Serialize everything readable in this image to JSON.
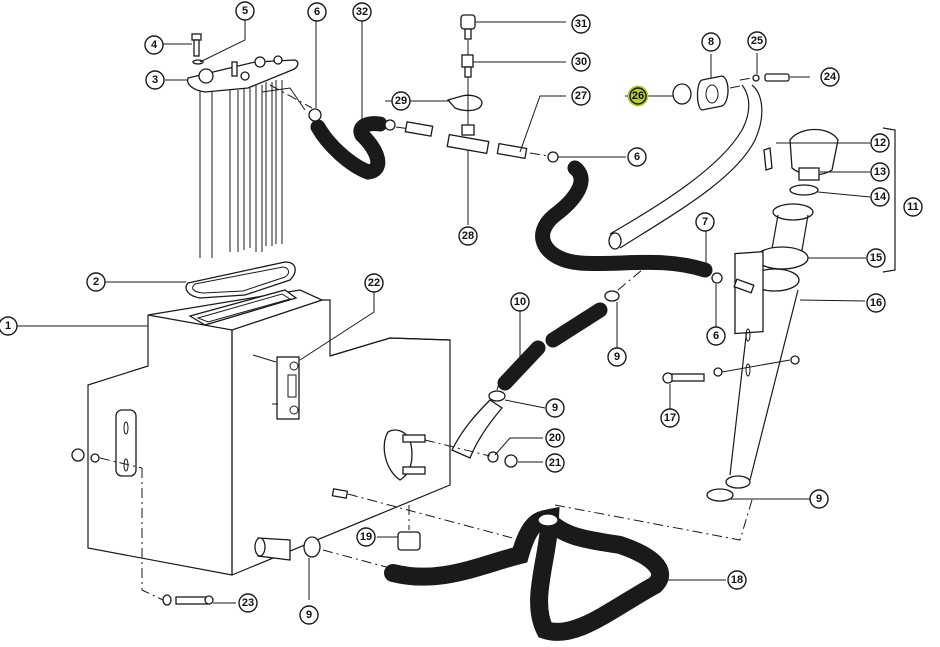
{
  "diagram": {
    "title": "Fuel/Hydraulic tank exploded parts diagram",
    "highlight_color": "#b5cc3a",
    "highlighted_part": "26",
    "callouts": [
      {
        "id": "c1",
        "label": "1"
      },
      {
        "id": "c2",
        "label": "2"
      },
      {
        "id": "c3",
        "label": "3"
      },
      {
        "id": "c4",
        "label": "4"
      },
      {
        "id": "c5",
        "label": "5"
      },
      {
        "id": "c6a",
        "label": "6"
      },
      {
        "id": "c6b",
        "label": "6"
      },
      {
        "id": "c6c",
        "label": "6"
      },
      {
        "id": "c7",
        "label": "7"
      },
      {
        "id": "c8",
        "label": "8"
      },
      {
        "id": "c9a",
        "label": "9"
      },
      {
        "id": "c9b",
        "label": "9"
      },
      {
        "id": "c9c",
        "label": "9"
      },
      {
        "id": "c9d",
        "label": "9"
      },
      {
        "id": "c10",
        "label": "10"
      },
      {
        "id": "c11",
        "label": "11"
      },
      {
        "id": "c12",
        "label": "12"
      },
      {
        "id": "c13",
        "label": "13"
      },
      {
        "id": "c14",
        "label": "14"
      },
      {
        "id": "c15",
        "label": "15"
      },
      {
        "id": "c16",
        "label": "16"
      },
      {
        "id": "c17",
        "label": "17"
      },
      {
        "id": "c18",
        "label": "18"
      },
      {
        "id": "c19",
        "label": "19"
      },
      {
        "id": "c20",
        "label": "20"
      },
      {
        "id": "c21",
        "label": "21"
      },
      {
        "id": "c22",
        "label": "22"
      },
      {
        "id": "c23",
        "label": "23"
      },
      {
        "id": "c24",
        "label": "24"
      },
      {
        "id": "c25",
        "label": "25"
      },
      {
        "id": "c26",
        "label": "26"
      },
      {
        "id": "c27",
        "label": "27"
      },
      {
        "id": "c28",
        "label": "28"
      },
      {
        "id": "c29",
        "label": "29"
      },
      {
        "id": "c30",
        "label": "30"
      },
      {
        "id": "c31",
        "label": "31"
      },
      {
        "id": "c32",
        "label": "32"
      }
    ]
  }
}
